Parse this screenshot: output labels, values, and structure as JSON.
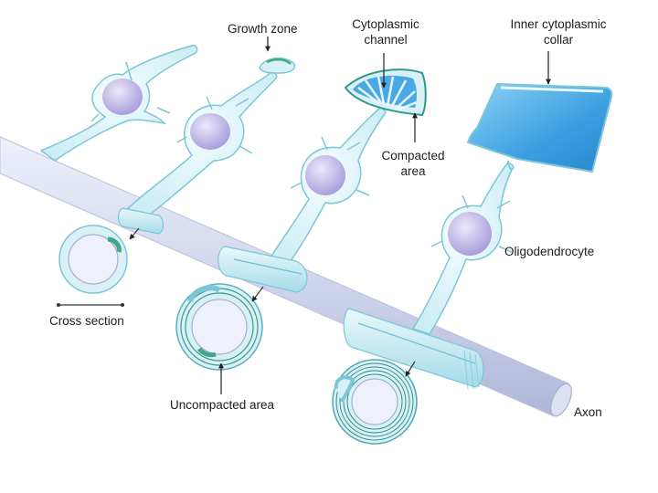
{
  "labels": {
    "growth_zone": "Growth zone",
    "cytoplasmic_channel_1": "Cytoplasmic",
    "cytoplasmic_channel_2": "channel",
    "inner_collar_1": "Inner cytoplasmic",
    "inner_collar_2": "collar",
    "compacted_1": "Compacted",
    "compacted_2": "area",
    "oligodendrocyte": "Oligodendrocyte",
    "cross_section": "Cross section",
    "uncompacted": "Uncompacted area",
    "axon": "Axon"
  },
  "colors": {
    "cell_fill": "#d9f1f6",
    "cell_stroke": "#7cc6d6",
    "nucleus": "#c3bde6",
    "axon": "#c5cde6",
    "myelin": "#b4e3ee",
    "sheet_blue": "#3a9fe0",
    "compact_teal": "#2f9a8a",
    "green_zone": "#5fc0a0"
  }
}
